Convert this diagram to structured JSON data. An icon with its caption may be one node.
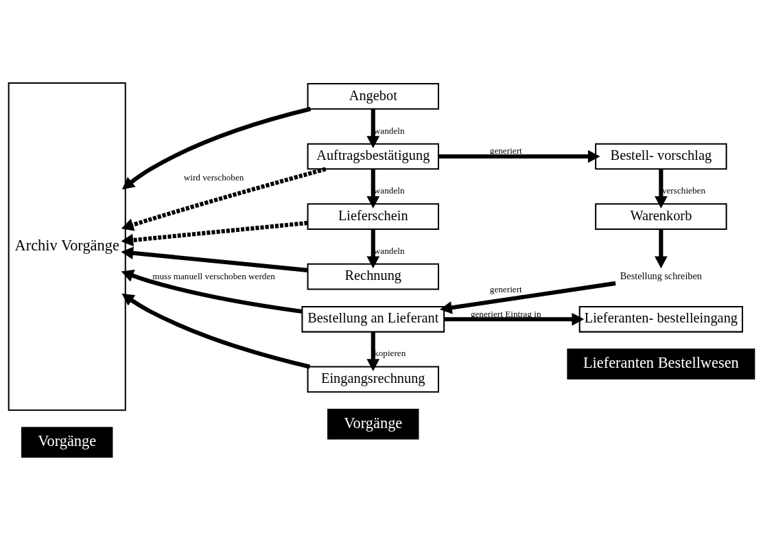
{
  "diagram": {
    "nodes": [
      {
        "text": [
          "Vorgänge"
        ]
      },
      {
        "text": [
          "Vorgänge"
        ]
      },
      {
        "text": [
          "Lieferanten Bestellwesen"
        ]
      },
      {
        "text": [
          "Archiv Vorgänge"
        ]
      },
      {
        "text": [
          "Angebot"
        ]
      },
      {
        "text": [
          "Auftragsbestätigung"
        ]
      },
      {
        "text": [
          "Lieferschein"
        ]
      },
      {
        "text": [
          "Rechnung"
        ]
      },
      {
        "text": [
          "Bestell- vorschlag"
        ]
      },
      {
        "text": [
          "Warenkorb"
        ]
      },
      {
        "text": [
          "Bestellung schreiben"
        ]
      },
      {
        "text": [
          "Bestellung an Lieferant"
        ]
      },
      {
        "text": [
          "Eingangsrechnung"
        ]
      },
      {
        "text": [
          "Lieferanten- bestelleingang"
        ]
      }
    ],
    "edges": [
      {
        "from": 4,
        "to": 3,
        "arrow": "to"
      },
      {
        "from": 4,
        "to": 5,
        "arrow": "to",
        "label": "wandeln"
      },
      {
        "from": 5,
        "to": 3,
        "arrow": "to",
        "style": "dashed",
        "label": "wird verschoben"
      },
      {
        "from": 5,
        "to": 8,
        "arrow": "to",
        "label": "generiert"
      },
      {
        "from": 5,
        "to": 6,
        "arrow": "to",
        "label": "wandeln"
      },
      {
        "from": 6,
        "to": 3,
        "arrow": "to",
        "style": "dashed"
      },
      {
        "from": 6,
        "to": 7,
        "arrow": "to",
        "label": "wandeln"
      },
      {
        "from": 7,
        "to": 3,
        "arrow": "to"
      },
      {
        "from": 8,
        "to": 9,
        "arrow": "to",
        "label": "verschieben"
      },
      {
        "from": 9,
        "to": 10,
        "arrow": "to"
      },
      {
        "from": 10,
        "to": 11,
        "arrow": "to",
        "label": "generiert"
      },
      {
        "from": 11,
        "to": 3,
        "arrow": "to",
        "label": "muss manuell verschoben werden"
      },
      {
        "from": 11,
        "to": 12,
        "arrow": "to",
        "label": "kopieren"
      },
      {
        "from": 11,
        "to": 13,
        "arrow": "to",
        "label": "generiert Eintrag in"
      },
      {
        "from": 12,
        "to": 3,
        "arrow": "to"
      }
    ]
  }
}
